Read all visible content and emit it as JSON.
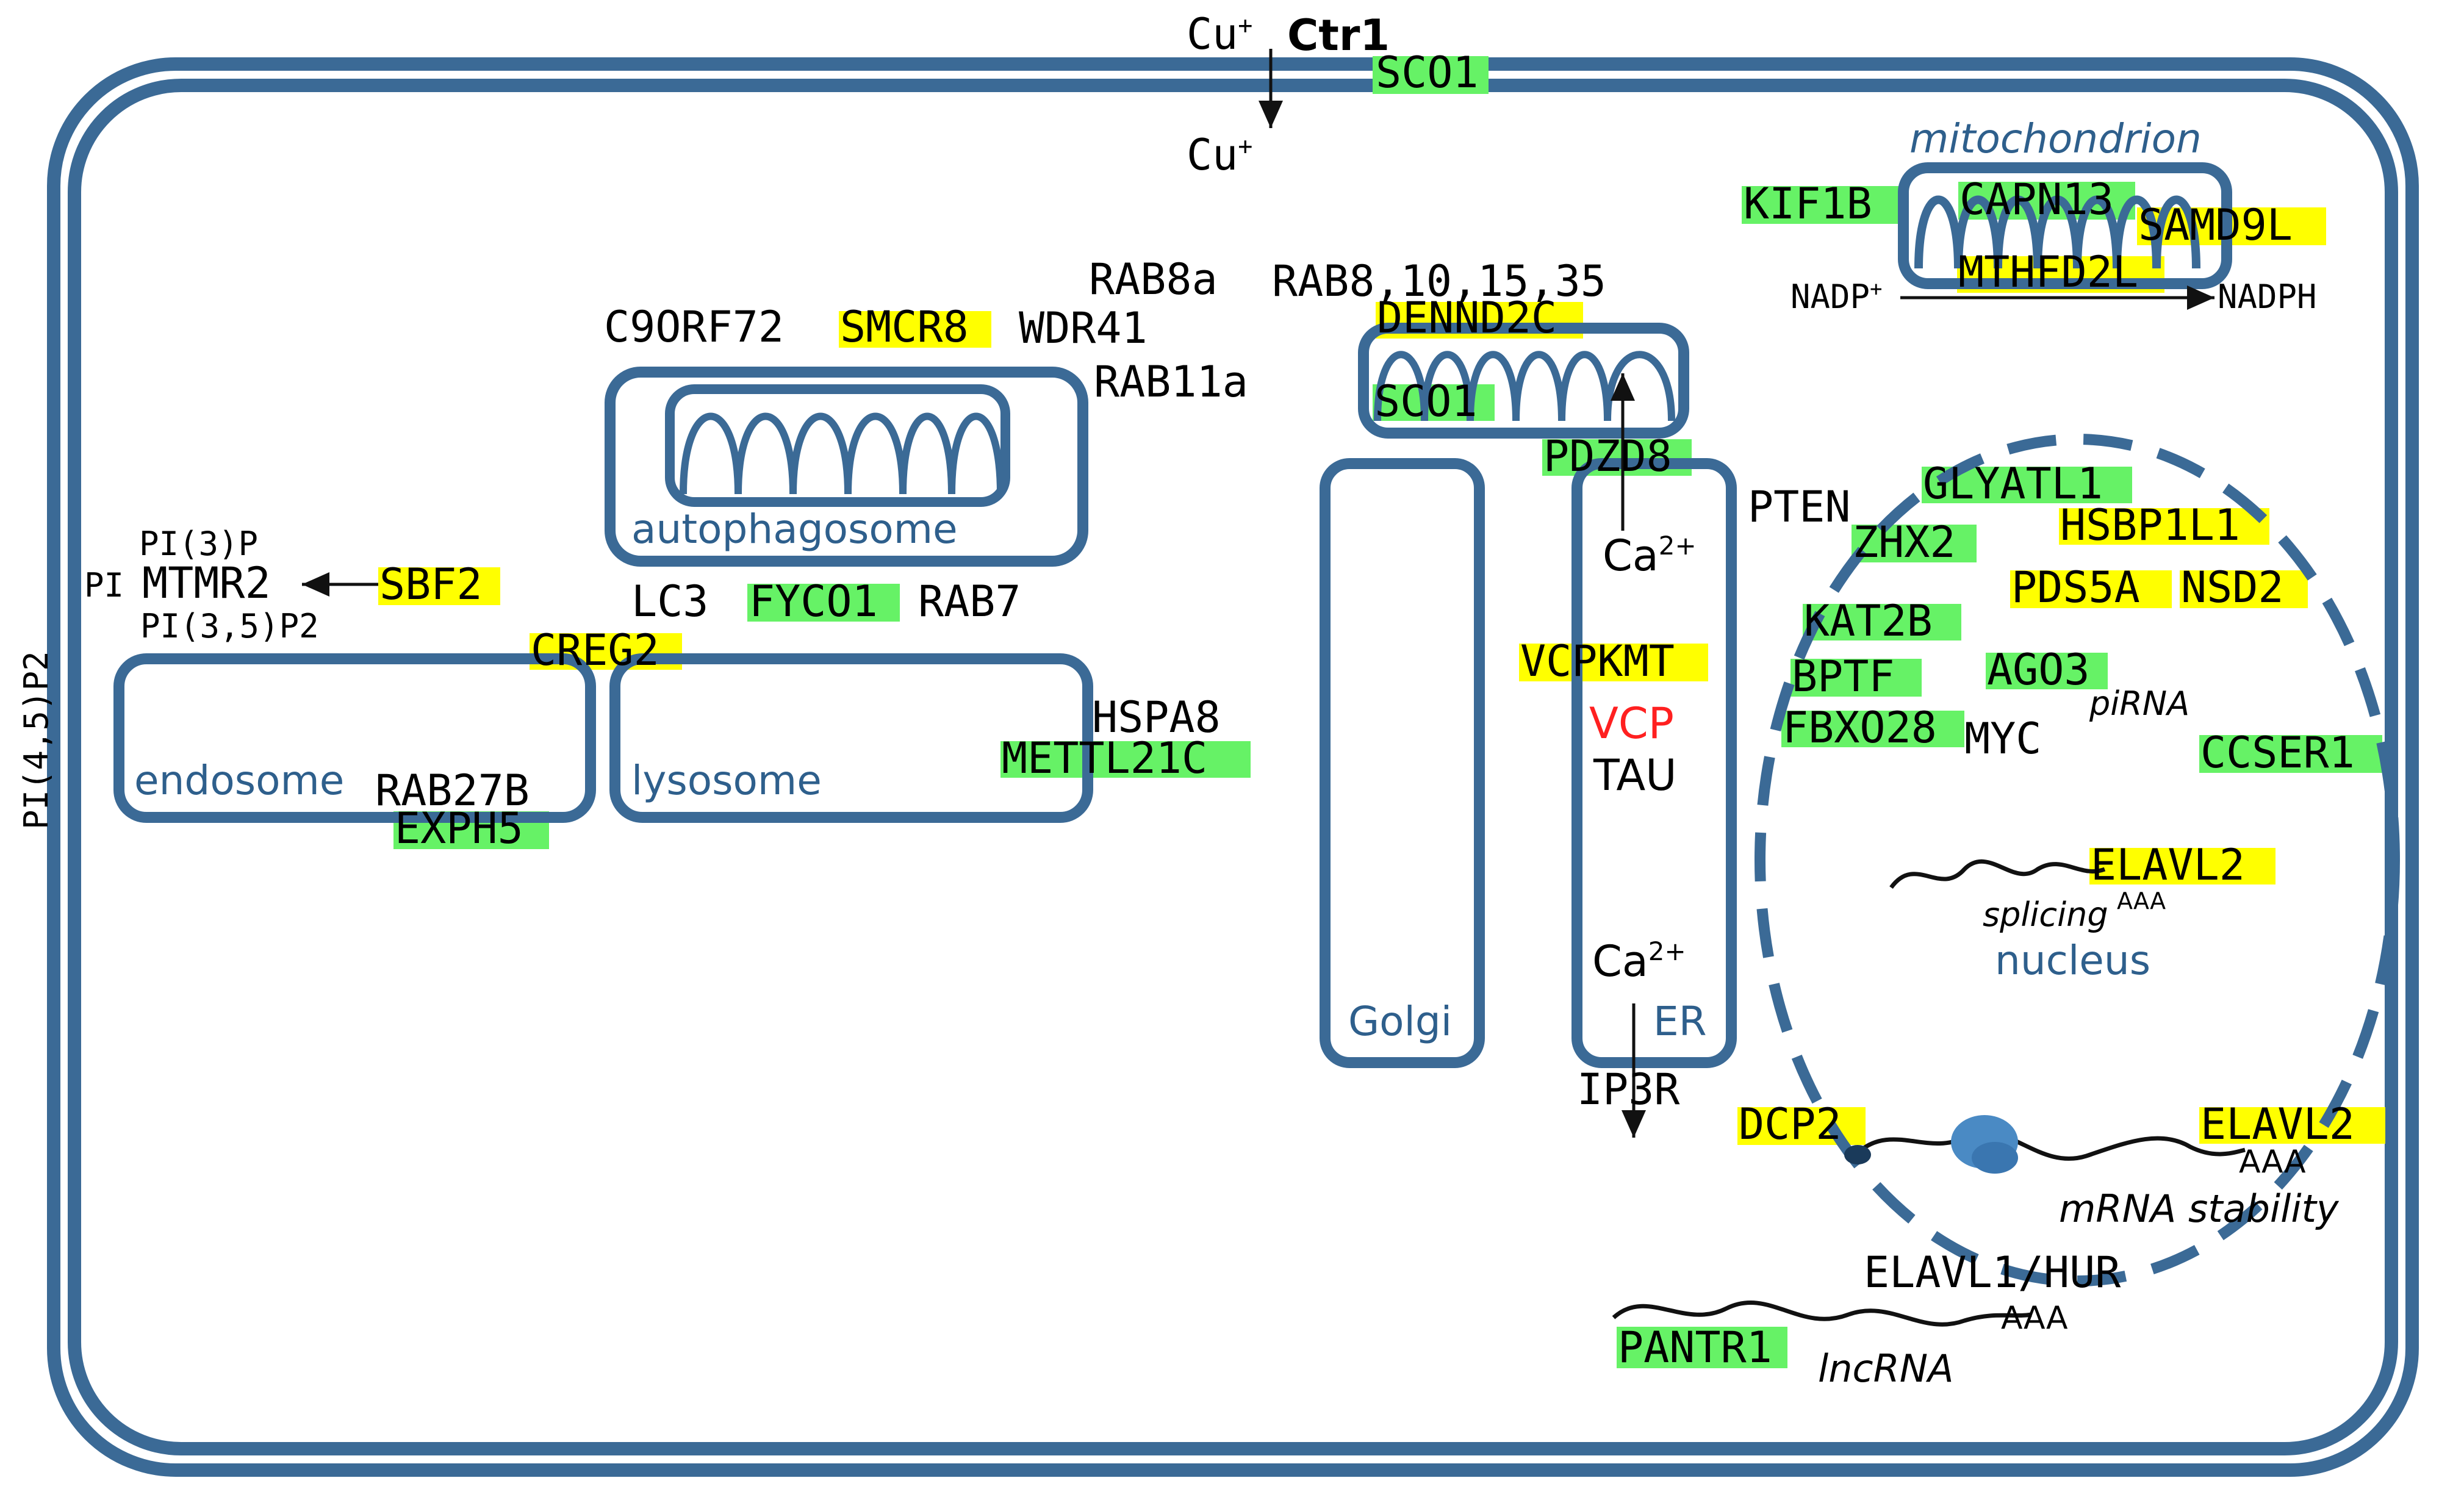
{
  "organelles": {
    "mitochondrion": "mitochondrion",
    "autophagosome": "autophagosome",
    "endosome": "endosome",
    "lysosome": "lysosome",
    "golgi": "Golgi",
    "er": "ER",
    "nucleus": "nucleus"
  },
  "membrane": {
    "cu_out": "Cu",
    "cu_out_sup": "+",
    "ctr1": "Ctr1",
    "sco1": "SCO1",
    "cu_in": "Cu",
    "cu_in_sup": "+",
    "lipid": "PI(4,5)P2"
  },
  "mito_top": {
    "kif1b": "KIF1B",
    "capn13": "CAPN13",
    "samd9l": "SAMD9L",
    "mthfd2l": "MTHFD2L",
    "nadp": "NADP",
    "nadp_sup": "+",
    "nadph": "NADPH"
  },
  "autophagy": {
    "c9orf72": "C9ORF72",
    "smcr8": "SMCR8",
    "wdr41": "WDR41",
    "rab11a": "RAB11a",
    "lc3": "LC3",
    "fyco1": "FYCO1",
    "rab7": "RAB7",
    "creg2": "CREG2",
    "hspa8": "HSPA8",
    "mettl21c": "METTL21C"
  },
  "endosome_labels": {
    "pi3p": "PI(3)P",
    "pi": "PI",
    "mtmr2": "MTMR2",
    "sbf2": "SBF2",
    "pi35p2": "PI(3,5)P2",
    "rab27b": "RAB27B",
    "exph5": "EXPH5"
  },
  "mito_center": {
    "rab8a": "RAB8a",
    "rab8_10": "RAB8,10,15,35",
    "dennd2c": "DENND2C",
    "sco1": "SCO1",
    "pdzd8": "PDZD8"
  },
  "er_labels": {
    "ca_top": "Ca",
    "ca_top_sup": "2+",
    "vcpkmt": "VCPKMT",
    "vcp": "VCP",
    "tau": "TAU",
    "ca_bottom": "Ca",
    "ca_bottom_sup": "2+",
    "ip3r": "IP3R"
  },
  "nucleus_labels": {
    "pten": "PTEN",
    "glyatl1": "GLYATL1",
    "zhx2": "ZHX2",
    "hsbp1l1": "HSBP1L1",
    "pds5a": "PDS5A",
    "nsd2": "NSD2",
    "kat2b": "KAT2B",
    "ago3": "AGO3",
    "bptf": "BPTF",
    "pirna": "piRNA",
    "fbxo28": "FBXO28",
    "myc": "MYC",
    "ccser1": "CCSER1",
    "elavl2": "ELAVL2",
    "aaa": "AAA",
    "splicing": "splicing"
  },
  "cytoplasm_rna": {
    "dcp2": "DCP2",
    "elavl2": "ELAVL2",
    "aaa1": "AAA",
    "mrna_stability": "mRNA stability",
    "elavl1": "ELAVL1/HUR",
    "aaa2": "AAA",
    "pantr1": "PANTR1",
    "lncrna": "lncRNA"
  },
  "colors": {
    "membrane": "#3b6a96",
    "highlight_green": "#66f266",
    "highlight_yellow": "#ffff00",
    "vcp_red": "#ff2020",
    "text": "#1a1a1a"
  }
}
